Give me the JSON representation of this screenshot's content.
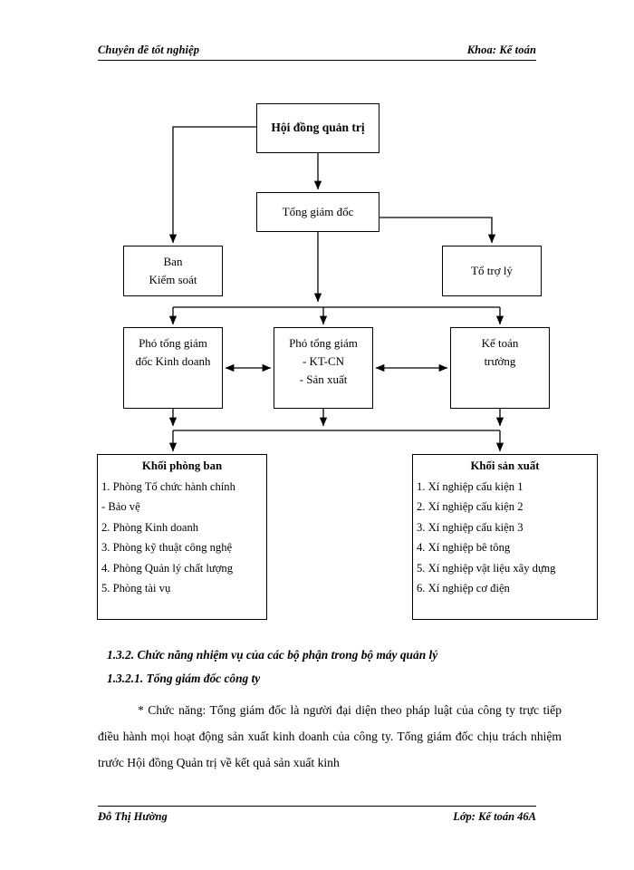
{
  "header": {
    "left": "Chuyên đề tốt nghiệp",
    "right": "Khoa: Kế toán"
  },
  "footer": {
    "left": "Đỗ Thị Hường",
    "right": "Lớp: Kế toán 46A"
  },
  "chart": {
    "board": {
      "line1": "Hội đồng quản trị"
    },
    "ceo": {
      "line1": "Tổng giám  đốc"
    },
    "control_board": {
      "line1": "Ban",
      "line2": "Kiểm soát"
    },
    "assistant_team": {
      "line1": "Tổ trợ lý"
    },
    "vp_business": {
      "line1": "Phó tổng giám",
      "line2": "đốc Kinh  doanh"
    },
    "vp_tech": {
      "line1": "Phó tổng giám",
      "line2": "- KT-CN",
      "line3": "- Sản xuất"
    },
    "chief_accountant": {
      "line1": "Kế toán",
      "line2": "trưởng"
    },
    "departments_block": {
      "title": "Khối phòng ban",
      "items": [
        "1. Phòng Tổ  chức hành  chính",
        "- Bảo vệ",
        "2. Phòng Kinh doanh",
        "3. Phòng kỹ thuật công nghệ",
        "4. Phòng Quản lý chất lượng",
        "5. Phòng tài vụ"
      ]
    },
    "production_block": {
      "title": "Khối sản xuất",
      "items": [
        "1. Xí nghiệp cấu kiện 1",
        "2. Xí nghiệp cấu kiện 2",
        "3. Xí nghiệp cấu kiện 3",
        "4. Xí nghiệp bê tông",
        "5. Xí nghiệp vật liệu xây dựng",
        "6. Xí nghiệp cơ điện"
      ]
    }
  },
  "content": {
    "heading_1": "1.3.2. Chức năng nhiệm vụ của các bộ phận trong bộ máy quản lý",
    "heading_2": "1.3.2.1. Tổng giám đốc công ty",
    "paragraph": "* Chức năng: Tổng giám đốc là người đại diện theo pháp luật của công ty trực tiếp điều hành mọi hoạt động sản xuất kinh doanh của công ty. Tổng giám đốc chịu trách nhiệm trước Hội đồng Quản trị về kết quả sản xuất kinh"
  }
}
